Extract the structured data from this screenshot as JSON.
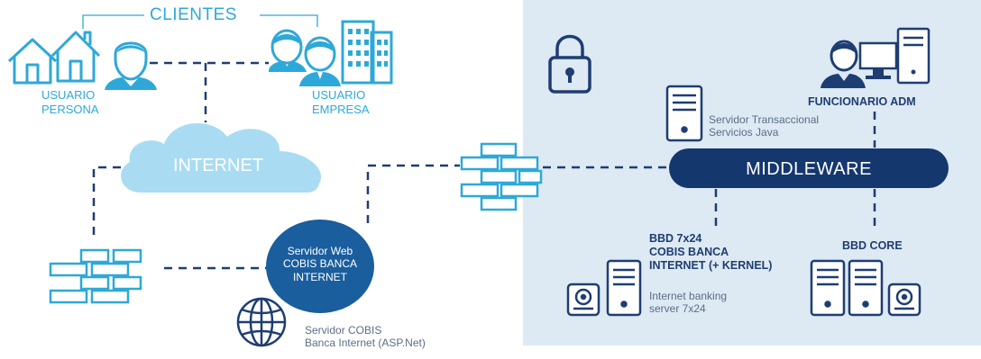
{
  "clients": {
    "title": "CLIENTES",
    "persona_line1": "USUARIO",
    "persona_line2": "PERSONA",
    "empresa_line1": "USUARIO",
    "empresa_line2": "EMPRESA"
  },
  "internet": {
    "label": "INTERNET"
  },
  "web_server": {
    "line1": "Servidor Web",
    "line2": "COBIS BANCA",
    "line3": "INTERNET",
    "caption_line1": "Servidor COBIS",
    "caption_line2": "Banca Internet (ASP.Net)"
  },
  "admin": {
    "label": "FUNCIONARIO ADM"
  },
  "transactional": {
    "line1": "Servidor Transaccional",
    "line2": "Servicios Java"
  },
  "middleware": {
    "label": "MIDDLEWARE"
  },
  "bbd_7x24": {
    "line1": "BBD 7x24",
    "line2": "COBIS BANCA",
    "line3": "INTERNET (+ KERNEL)",
    "caption_line1": "Internet banking",
    "caption_line2": "server 7x24"
  },
  "bbd_core": {
    "label": "BBD CORE"
  },
  "colors": {
    "light_blue": "#2ea8d8",
    "dark_blue": "#1e3d72",
    "navy": "#14376e",
    "zone": "#dde9f3"
  }
}
